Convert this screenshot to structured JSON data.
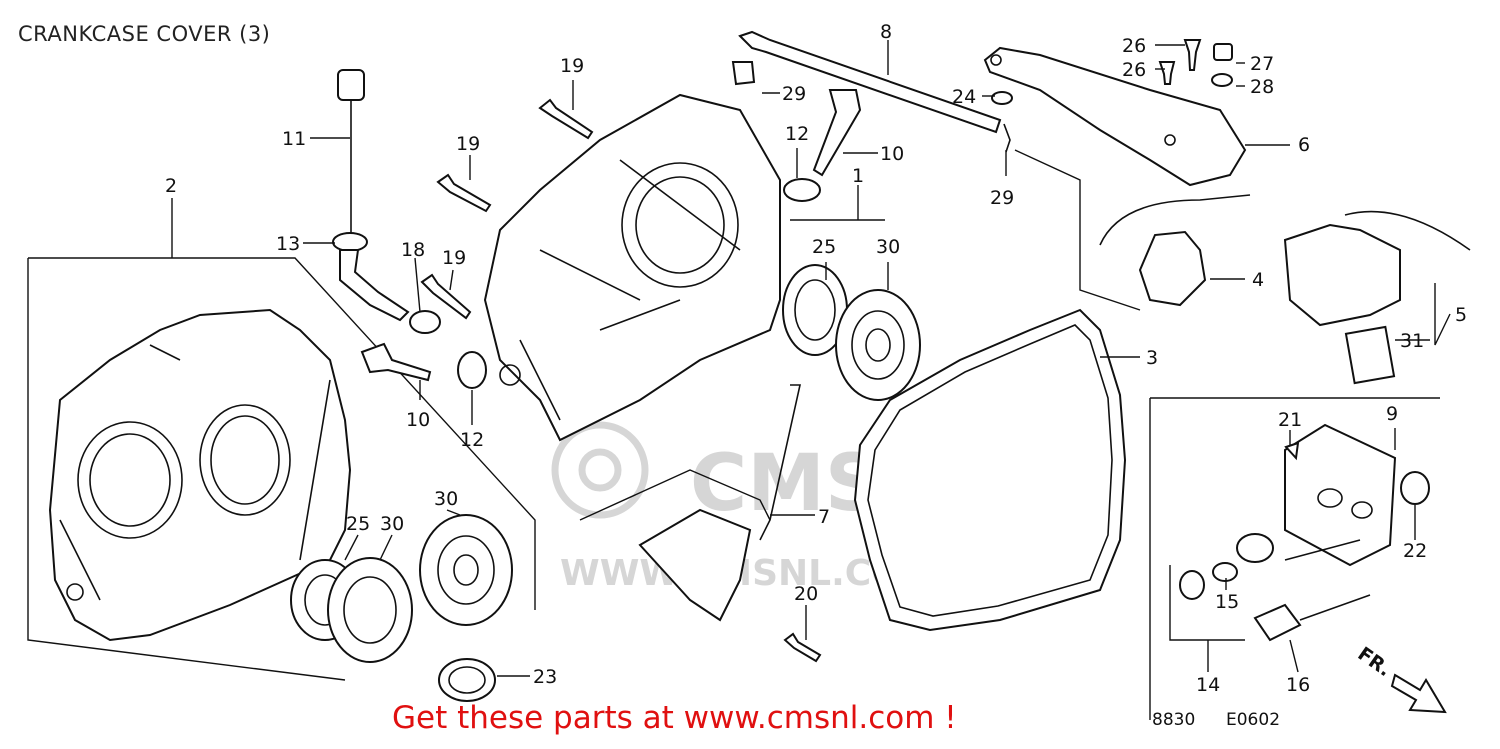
{
  "title": "CRANKCASE COVER (3)",
  "promo_text": "Get these parts at www.cmsnl.com !",
  "diagram_codes": {
    "left": "8830",
    "right": "E0602"
  },
  "direction_label": "FR.",
  "watermark": {
    "brand": "CMS",
    "url": "WWW.CMSNL.COM"
  },
  "callouts": {
    "c1": "1",
    "c2": "2",
    "c3": "3",
    "c4": "4",
    "c5": "5",
    "c6": "6",
    "c7": "7",
    "c8": "8",
    "c9": "9",
    "c10a": "10",
    "c10b": "10",
    "c11": "11",
    "c12a": "12",
    "c12b": "12",
    "c13": "13",
    "c14": "14",
    "c15": "15",
    "c16": "16",
    "c18": "18",
    "c19a": "19",
    "c19b": "19",
    "c19c": "19",
    "c20": "20",
    "c21": "21",
    "c22": "22",
    "c23": "23",
    "c24": "24",
    "c25a": "25",
    "c25b": "25",
    "c26a": "26",
    "c26b": "26",
    "c27": "27",
    "c28": "28",
    "c29a": "29",
    "c29b": "29",
    "c30a": "30",
    "c30b": "30",
    "c30c": "30",
    "c31": "31"
  },
  "colors": {
    "promo": "#e01010",
    "line": "#111111",
    "watermark": "#d6d6d6"
  }
}
